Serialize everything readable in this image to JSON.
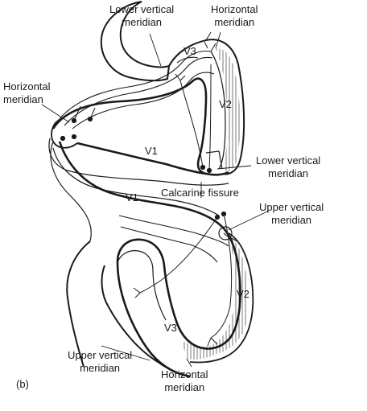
{
  "panel_label": "(b)",
  "labels": {
    "lower_vertical_top": [
      "Lower vertical",
      "meridian"
    ],
    "horizontal_top": [
      "Horizontal",
      "meridian"
    ],
    "horizontal_left": [
      "Horizontal",
      "meridian"
    ],
    "lower_vertical_right": [
      "Lower vertical",
      "meridian"
    ],
    "calcarine": "Calcarine fissure",
    "upper_vertical_right": [
      "Upper vertical",
      "meridian"
    ],
    "upper_vertical_bottom": [
      "Upper vertical",
      "meridian"
    ],
    "horizontal_bottom": [
      "Horizontal",
      "meridian"
    ]
  },
  "areas": {
    "v1_upper": "V1",
    "v1_lower": "V1",
    "v2_upper": "V2",
    "v2_lower": "V2",
    "v3_upper": "V3",
    "v3_lower": "V3"
  },
  "colors": {
    "ink": "#1a1a1a",
    "hatch": "#555555",
    "background": "#ffffff"
  }
}
